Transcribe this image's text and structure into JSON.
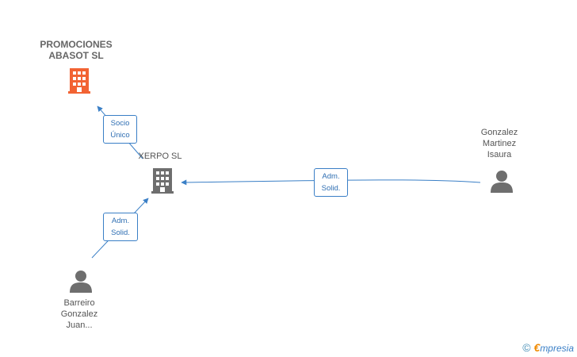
{
  "nodes": {
    "promociones": {
      "lines": [
        "PROMOCIONES",
        "ABASOT SL"
      ],
      "color": "#f26333"
    },
    "xerpo": {
      "lines": [
        "XERPO SL"
      ],
      "color": "#6e6e6e"
    },
    "gonzalez": {
      "lines": [
        "Gonzalez",
        "Martinez",
        "Isaura"
      ],
      "color": "#6e6e6e"
    },
    "barreiro": {
      "lines": [
        "Barreiro",
        "Gonzalez",
        "Juan..."
      ],
      "color": "#6e6e6e"
    }
  },
  "edges": {
    "socio": [
      "Socio",
      "Único"
    ],
    "adm_left": [
      "Adm.",
      "Solid."
    ],
    "adm_right": [
      "Adm.",
      "Solid."
    ]
  },
  "colors": {
    "edge": "#3a7fc6",
    "accent": "#f26333"
  },
  "brand": {
    "copyright": "©",
    "e": "€",
    "name": "mpresia"
  }
}
